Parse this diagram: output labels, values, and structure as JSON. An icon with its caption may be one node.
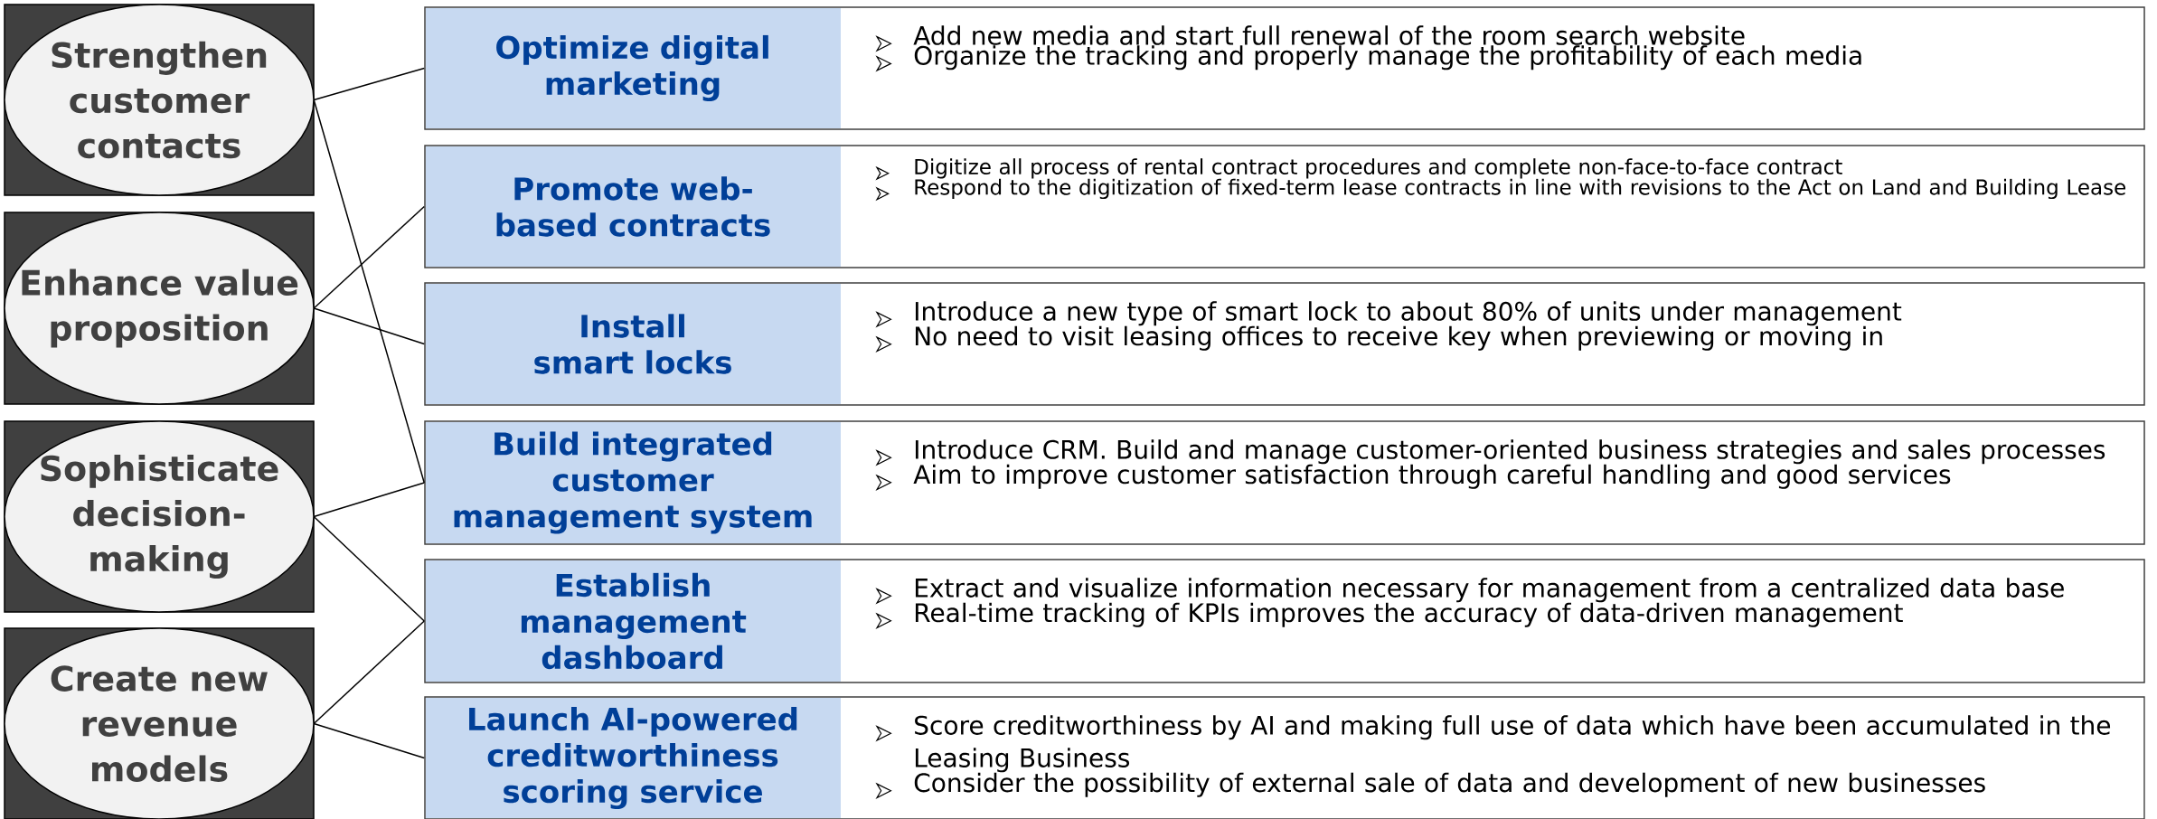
{
  "diagram": {
    "nodes": [
      {
        "text": [
          "Strengthen customer contacts"
        ]
      },
      {
        "text": [
          "Enhance value proposition"
        ]
      },
      {
        "text": [
          "Sophisticate decision-making"
        ]
      },
      {
        "text": [
          "Create new revenue models"
        ]
      },
      {
        "text": [
          "Optimize digital marketing",
          "Add new media and start full renewal of the room search website",
          "Organize the tracking and properly manage the profitability of each media"
        ]
      },
      {
        "text": [
          "Promote web-based contracts",
          "Digitize all process of rental contract procedures and complete non-face-to-face contract",
          "Respond to the digitization of fixed-term lease contracts in line with revisions to the  Act on Land and Building Lease"
        ]
      },
      {
        "text": [
          "Install smart locks",
          "Introduce a new type of smart lock to about 80% of units under  management",
          "No need to visit leasing offices to receive key when previewing or moving in"
        ]
      },
      {
        "text": [
          "Build integrated customer management system",
          "Introduce CRM. Build and manage customer-oriented business strategies and sales processes",
          "Aim to improve customer satisfaction through careful handling and good services"
        ]
      },
      {
        "text": [
          "Establish management dashboard",
          "Extract and visualize information necessary for management from a centralized data base",
          "Real-time tracking of KPIs improves the accuracy of data-driven management"
        ]
      },
      {
        "text": [
          "Launch AI-powered creditworthiness scoring service",
          "Score creditworthiness by AI and making full use of data which have been accumulated in the Leasing Business",
          "Consider the possibility of external sale of data and development of new businesses"
        ]
      }
    ],
    "edges": [
      {
        "from": 0,
        "to": 4,
        "arrow": "none"
      },
      {
        "from": 0,
        "to": 7,
        "arrow": "none"
      },
      {
        "from": 1,
        "to": 5,
        "arrow": "none"
      },
      {
        "from": 1,
        "to": 6,
        "arrow": "none"
      },
      {
        "from": 2,
        "to": 7,
        "arrow": "none"
      },
      {
        "from": 2,
        "to": 8,
        "arrow": "none"
      },
      {
        "from": 3,
        "to": 8,
        "arrow": "none"
      },
      {
        "from": 3,
        "to": 9,
        "arrow": "none"
      }
    ]
  }
}
